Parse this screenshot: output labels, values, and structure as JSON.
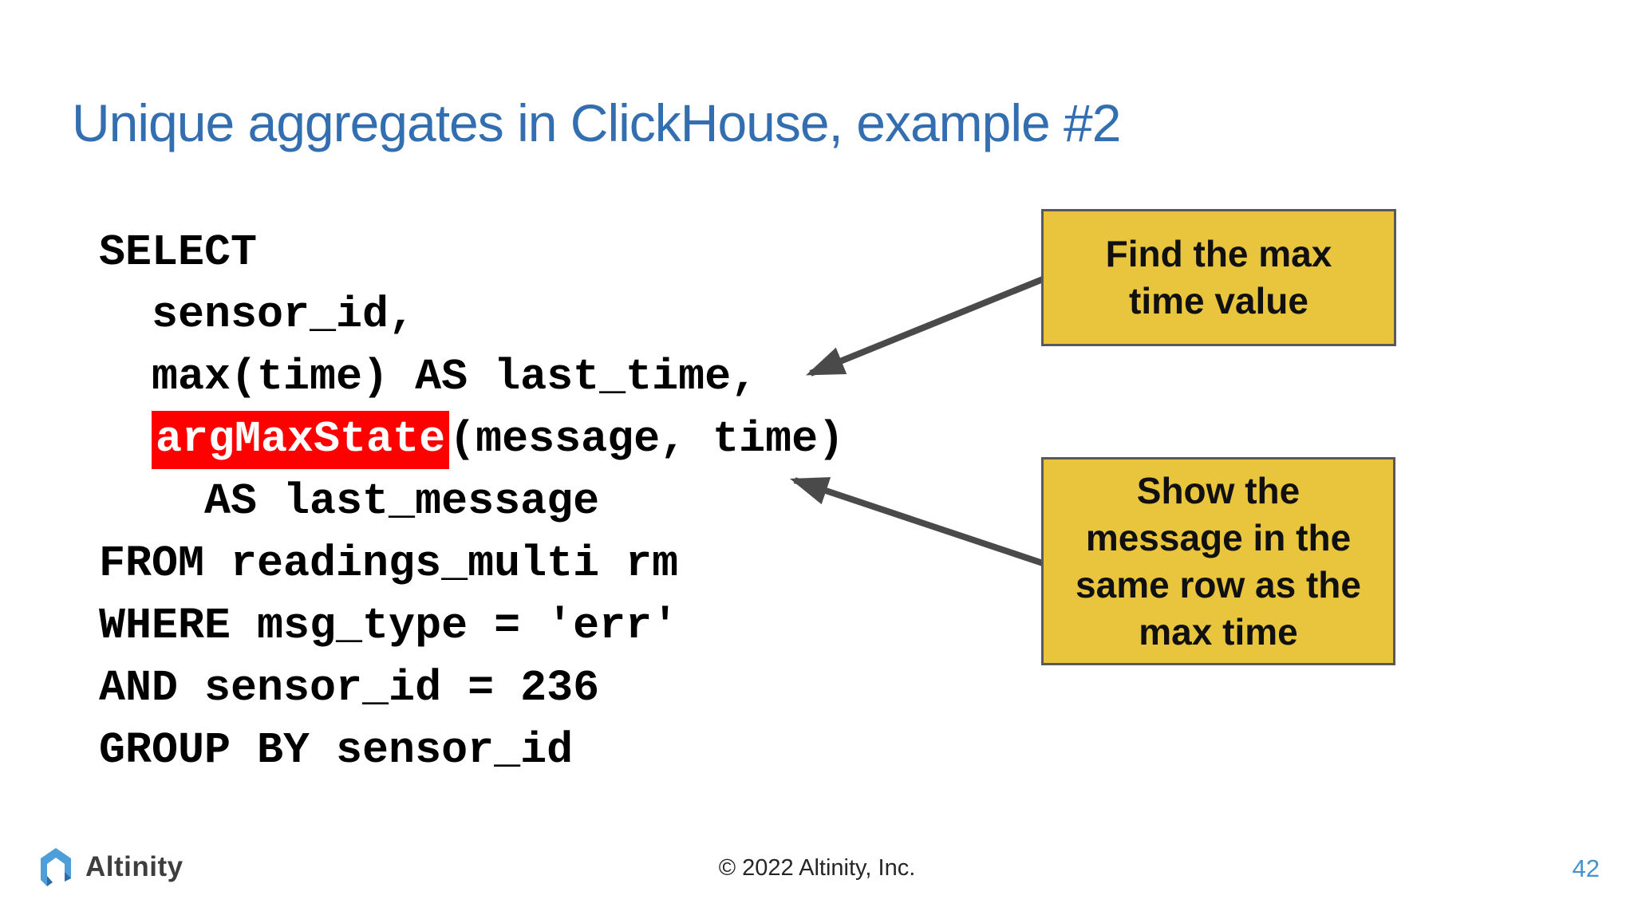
{
  "slide": {
    "title": "Unique aggregates in ClickHouse, example #2",
    "page_number": "42",
    "footer_copyright": "© 2022 Altinity, Inc.",
    "brand": "Altinity"
  },
  "code": {
    "language": "sql",
    "lines": [
      [
        {
          "t": "SELECT"
        }
      ],
      [
        {
          "t": "  sensor_id,"
        }
      ],
      [
        {
          "t": "  max(time) AS last_time,"
        }
      ],
      [
        {
          "t": "  "
        },
        {
          "t": "argMaxState",
          "hl": true
        },
        {
          "t": "(message, time)"
        }
      ],
      [
        {
          "t": "    AS last_message"
        }
      ],
      [
        {
          "t": "FROM readings_multi rm"
        }
      ],
      [
        {
          "t": "WHERE msg_type = 'err'"
        }
      ],
      [
        {
          "t": "AND sensor_id = 236"
        }
      ],
      [
        {
          "t": "GROUP BY sensor_id"
        }
      ]
    ],
    "highlighted_token": "argMaxState"
  },
  "callouts": [
    {
      "text": "Find the max\ntime value"
    },
    {
      "text": "Show the\nmessage in the\nsame row as the\nmax time"
    }
  ],
  "colors": {
    "title_blue": "#336FB0",
    "code_text": "#000000",
    "highlight_red": "#FE0000",
    "highlight_text": "#FFFFFF",
    "callout_fill": "#E9C53E",
    "callout_border": "#595959",
    "arrow_gray": "#4A4A4A",
    "page_number_blue": "#4593CE",
    "footer_text": "#262626",
    "brand_text": "#3E3E3E",
    "logo_blue_light": "#4E9FD9",
    "logo_blue_dark": "#2B6CA6"
  }
}
